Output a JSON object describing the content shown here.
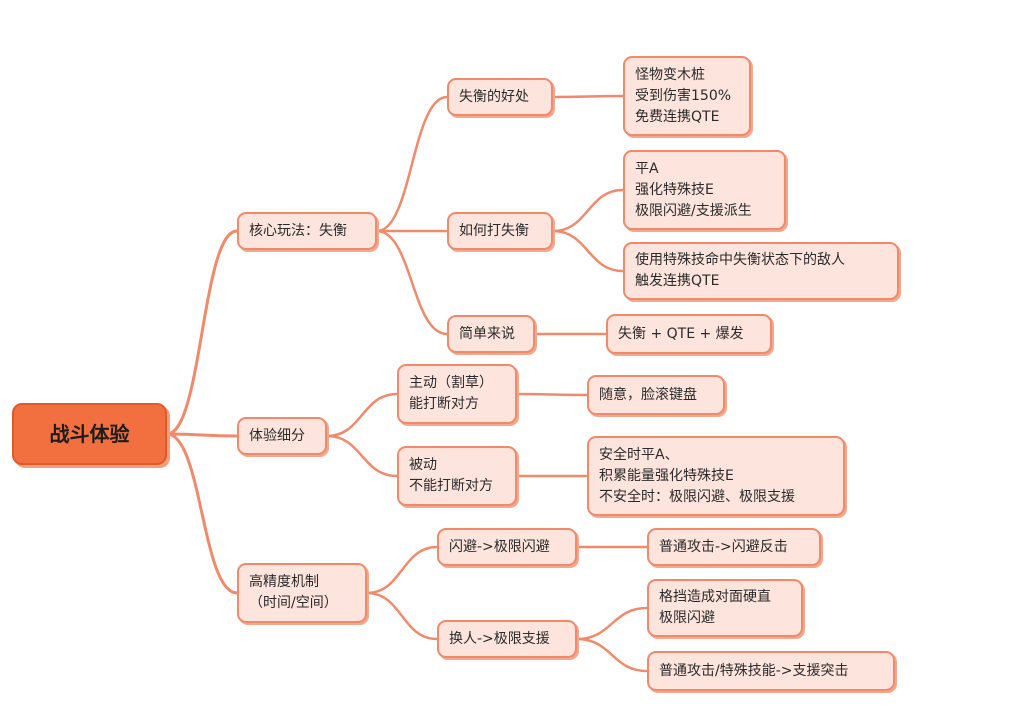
{
  "root": {
    "label": "战斗体验"
  },
  "branches": {
    "core": {
      "label": "核心玩法：失衡",
      "benefit": {
        "label": "失衡的好处",
        "detail": "怪物变木桩\n受到伤害150%\n免费连携QTE"
      },
      "how": {
        "label": "如何打失衡",
        "detail1": "平A\n强化特殊技E\n极限闪避/支援派生",
        "detail2": "使用特殊技命中失衡状态下的敌人\n触发连携QTE"
      },
      "simple": {
        "label": "简单来说",
        "detail": "失衡 + QTE + 爆发"
      }
    },
    "experience": {
      "label": "体验细分",
      "active": {
        "label": "主动（割草）\n能打断对方",
        "detail": "随意，脸滚键盘"
      },
      "passive": {
        "label": "被动\n不能打断对方",
        "detail": "安全时平A、\n积累能量强化特殊技E\n不安全时：极限闪避、极限支援"
      }
    },
    "precision": {
      "label": "高精度机制\n（时间/空间）",
      "dodge": {
        "label": "闪避->极限闪避",
        "detail": "普通攻击->闪避反击"
      },
      "swap": {
        "label": "换人->极限支援",
        "detail1": "格挡造成对面硬直\n极限闪避",
        "detail2": "普通攻击/特殊技能->支援突击"
      }
    }
  },
  "colors": {
    "link": "#f08a6a",
    "node_fill": "#fde4dc",
    "node_border": "#f08a6a",
    "root_fill": "#f2703f"
  }
}
